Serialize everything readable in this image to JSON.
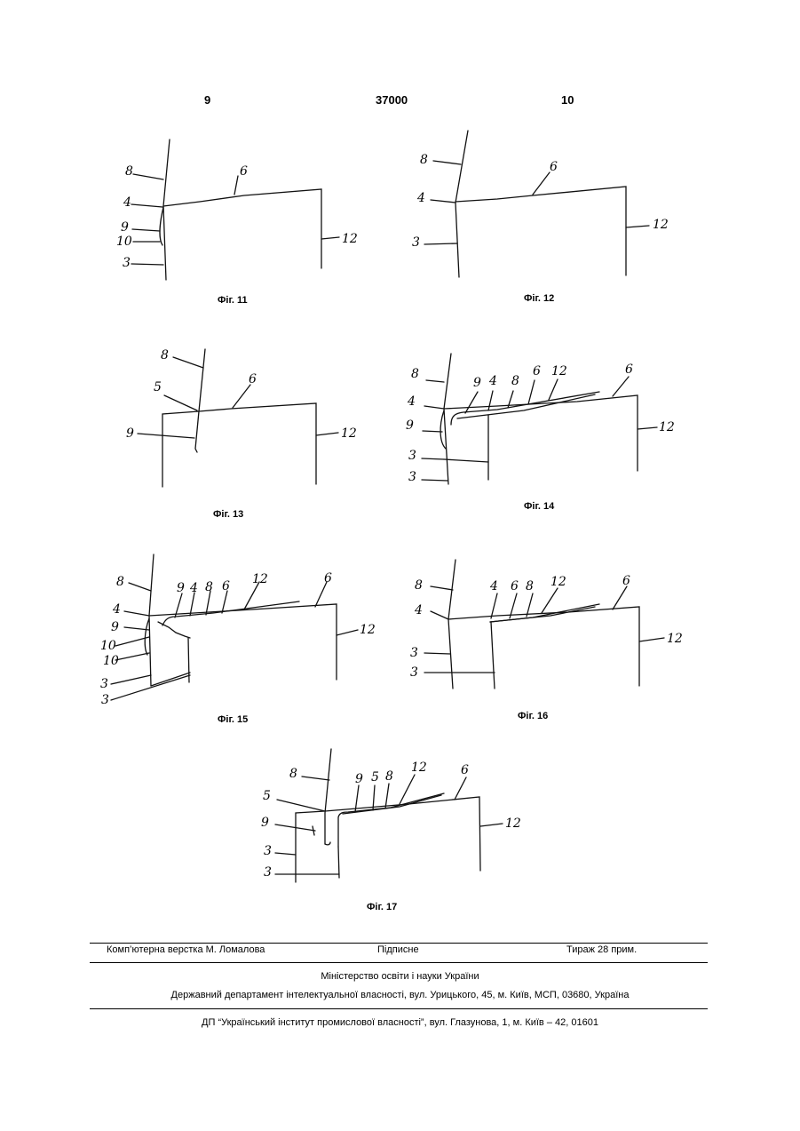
{
  "header": {
    "left_page": "9",
    "patent_number": "37000",
    "right_page": "10"
  },
  "figures": [
    {
      "caption": "Фіг. 11",
      "labels": [
        "8",
        "4",
        "9",
        "10",
        "3",
        "6",
        "12"
      ]
    },
    {
      "caption": "Фіг. 12",
      "labels": [
        "8",
        "4",
        "3",
        "6",
        "12"
      ]
    },
    {
      "caption": "Фіг. 13",
      "labels": [
        "8",
        "5",
        "9",
        "6",
        "12"
      ]
    },
    {
      "caption": "Фіг. 14",
      "labels": [
        "8",
        "4",
        "9",
        "3",
        "3",
        "9",
        "4",
        "8",
        "6",
        "12",
        "6",
        "12"
      ]
    },
    {
      "caption": "Фіг. 15",
      "labels": [
        "8",
        "4",
        "9",
        "10",
        "10",
        "3",
        "3",
        "9",
        "4",
        "8",
        "6",
        "12",
        "6",
        "12"
      ]
    },
    {
      "caption": "Фіг. 16",
      "labels": [
        "8",
        "4",
        "3",
        "3",
        "4",
        "6",
        "8",
        "12",
        "6",
        "12"
      ]
    },
    {
      "caption": "Фіг. 17",
      "labels": [
        "8",
        "5",
        "9",
        "3",
        "3",
        "9",
        "5",
        "8",
        "12",
        "6",
        "12"
      ]
    }
  ],
  "footer": {
    "layout": "Комп’ютерна верстка М. Ломалова",
    "signed": "Підписне",
    "print_run": "Тираж 28 прим.",
    "ministry": "Міністерство освіти і науки України",
    "department": "Державний департамент інтелектуальної власності, вул. Урицького, 45, м. Київ, МСП, 03680, Україна",
    "institute": "ДП “Український інститут промислової власності”, вул. Глазунова, 1, м. Київ – 42, 01601"
  }
}
